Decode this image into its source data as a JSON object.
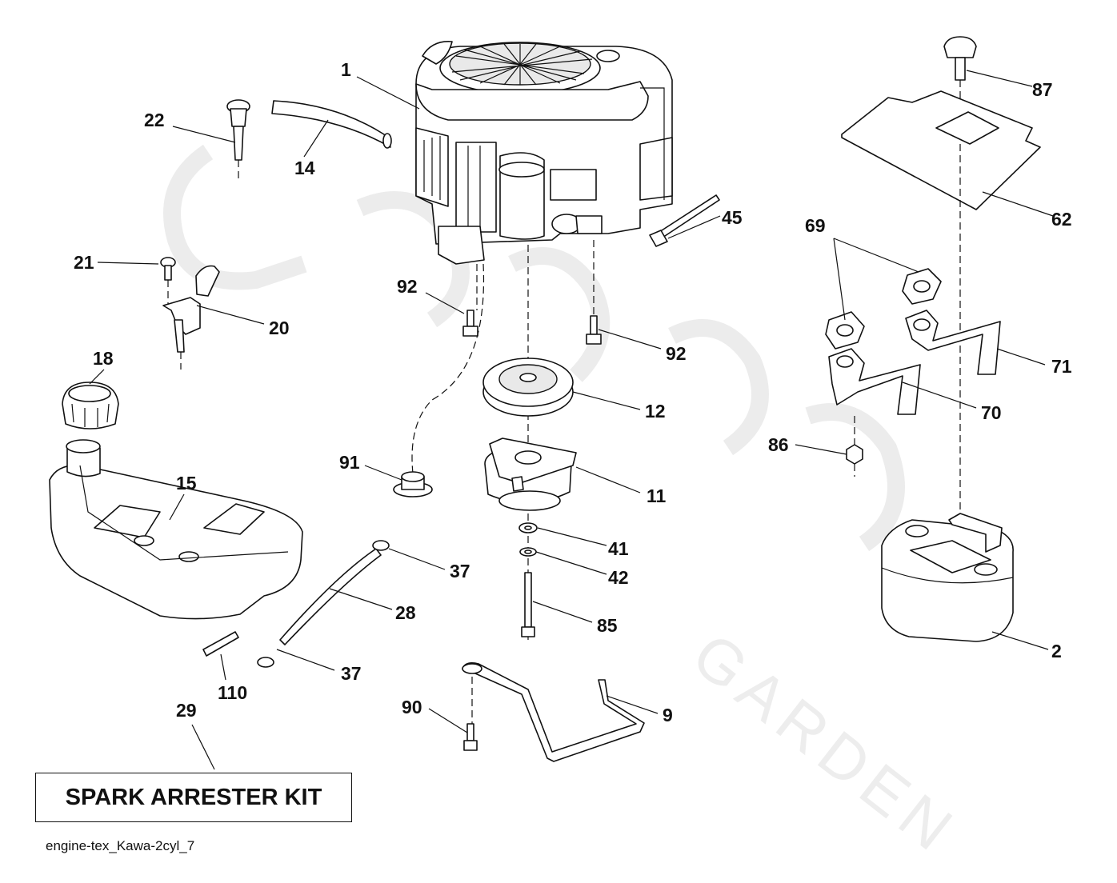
{
  "diagram": {
    "drawing_reference": "engine-tex_Kawa-2cyl_7",
    "kit_label": "SPARK ARRESTER KIT",
    "callouts": [
      {
        "id": "c1",
        "text": "1"
      },
      {
        "id": "c22",
        "text": "22"
      },
      {
        "id": "c14",
        "text": "14"
      },
      {
        "id": "c87",
        "text": "87"
      },
      {
        "id": "c62",
        "text": "62"
      },
      {
        "id": "c45",
        "text": "45"
      },
      {
        "id": "c69",
        "text": "69"
      },
      {
        "id": "c21",
        "text": "21"
      },
      {
        "id": "c20",
        "text": "20"
      },
      {
        "id": "c92a",
        "text": "92"
      },
      {
        "id": "c92b",
        "text": "92"
      },
      {
        "id": "c71",
        "text": "71"
      },
      {
        "id": "c18",
        "text": "18"
      },
      {
        "id": "c12",
        "text": "12"
      },
      {
        "id": "c70",
        "text": "70"
      },
      {
        "id": "c86",
        "text": "86"
      },
      {
        "id": "c91",
        "text": "91"
      },
      {
        "id": "c11",
        "text": "11"
      },
      {
        "id": "c15",
        "text": "15"
      },
      {
        "id": "c41",
        "text": "41"
      },
      {
        "id": "c42",
        "text": "42"
      },
      {
        "id": "c37a",
        "text": "37"
      },
      {
        "id": "c28",
        "text": "28"
      },
      {
        "id": "c85",
        "text": "85"
      },
      {
        "id": "c2",
        "text": "2"
      },
      {
        "id": "c37b",
        "text": "37"
      },
      {
        "id": "c110",
        "text": "110"
      },
      {
        "id": "c29",
        "text": "29"
      },
      {
        "id": "c90",
        "text": "90"
      },
      {
        "id": "c9",
        "text": "9"
      }
    ]
  }
}
